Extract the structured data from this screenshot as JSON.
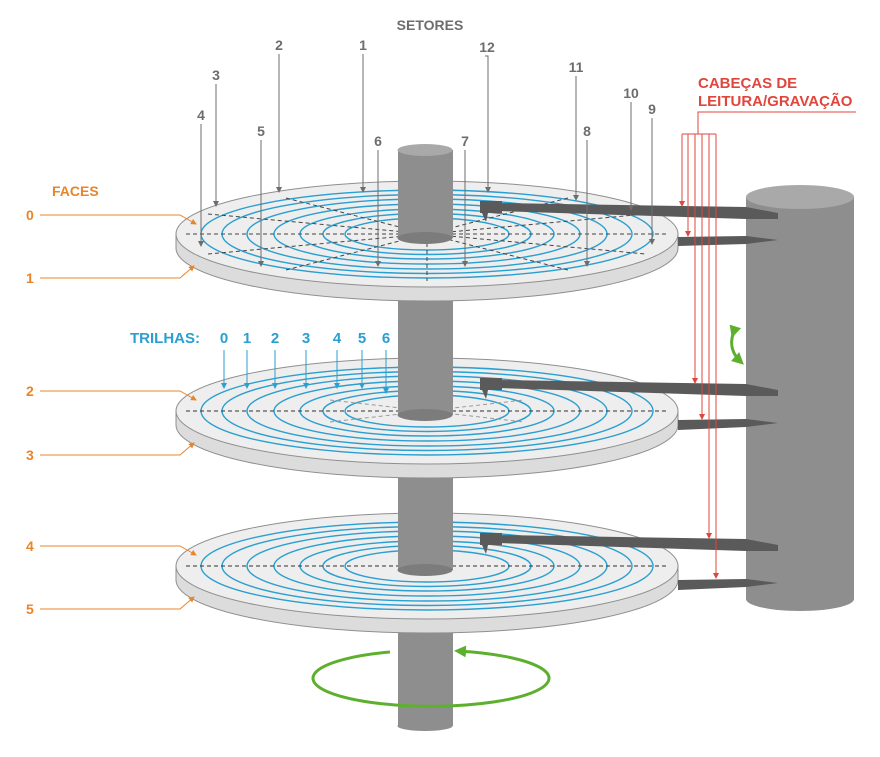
{
  "title": "SETORES",
  "sectors": {
    "1": "1",
    "2": "2",
    "3": "3",
    "4": "4",
    "5": "5",
    "6": "6",
    "7": "7",
    "8": "8",
    "9": "9",
    "10": "10",
    "11": "11",
    "12": "12"
  },
  "faces": {
    "title": "FACES",
    "labels": [
      "0",
      "1",
      "2",
      "3",
      "4",
      "5"
    ]
  },
  "tracks": {
    "title": "TRILHAS:",
    "labels": [
      "0",
      "1",
      "2",
      "3",
      "4",
      "5",
      "6"
    ]
  },
  "heads": {
    "line1": "CABEÇAS DE",
    "line2": "LEITURA/GRAVAÇÃO"
  },
  "colors": {
    "gray_text": "#6d6d6d",
    "faces": "#e8842a",
    "tracks": "#2a9fd0",
    "heads": "#e0463c",
    "rotation": "#5db02e",
    "spindle": "#8e8e8e",
    "arm": "#5a5a5a",
    "platter": "#eeeeee"
  }
}
